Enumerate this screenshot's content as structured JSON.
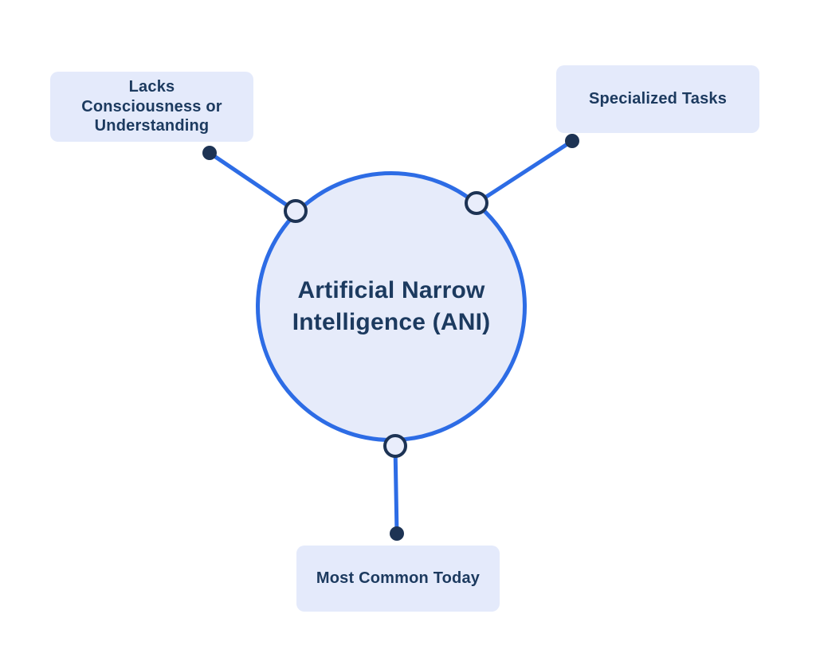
{
  "diagram": {
    "center": {
      "label": "Artificial Narrow Intelligence (ANI)",
      "lines": [
        "Artificial Narrow",
        "Intelligence (ANI)"
      ]
    },
    "nodes": [
      {
        "id": "lacks-consciousness",
        "position": "top-left",
        "label": "Lacks Consciousness or Understanding",
        "lines": [
          "Lacks",
          "Consciousness or",
          "Understanding"
        ]
      },
      {
        "id": "specialized-tasks",
        "position": "top-right",
        "label": "Specialized Tasks",
        "lines": [
          "Specialized Tasks"
        ]
      },
      {
        "id": "most-common-today",
        "position": "bottom",
        "label": "Most Common Today",
        "lines": [
          "Most Common Today"
        ]
      }
    ],
    "colors": {
      "connector_blue": "#2D6CE5",
      "circle_border_blue": "#2D6CE5",
      "circle_fill": "#E6EBFA",
      "node_fill": "#E4EAFB",
      "text_navy": "#1C3A5F",
      "dot_navy": "#1D3354",
      "junction_fill": "#E9EDFB",
      "background": "#FFFFFF"
    }
  }
}
